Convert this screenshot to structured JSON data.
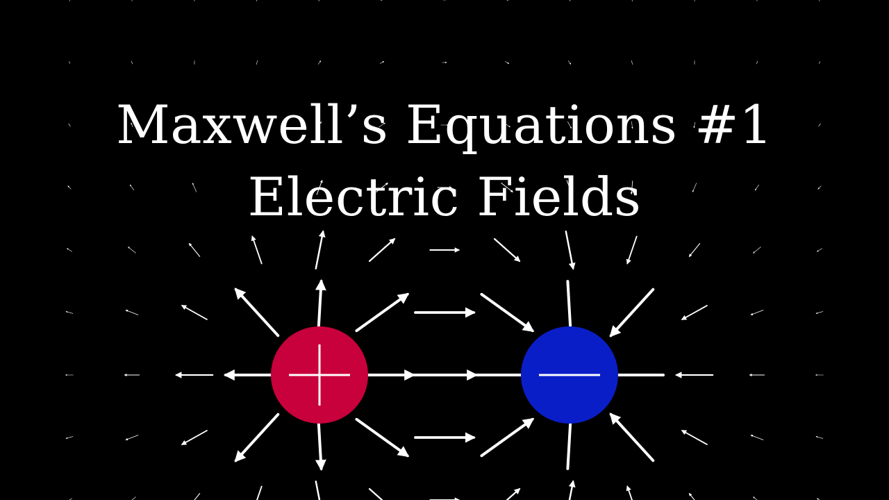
{
  "title": {
    "line1": "Maxwell’s Equations #1",
    "line2": "Electric Fields"
  },
  "charges": [
    {
      "name": "positive-charge",
      "sign": "+",
      "color": "#c8003c"
    },
    {
      "name": "negative-charge",
      "sign": "−",
      "color": "#0a1ec8"
    }
  ],
  "colors": {
    "background": "#000000",
    "arrow": "#ffffff",
    "text": "#ffffff"
  }
}
